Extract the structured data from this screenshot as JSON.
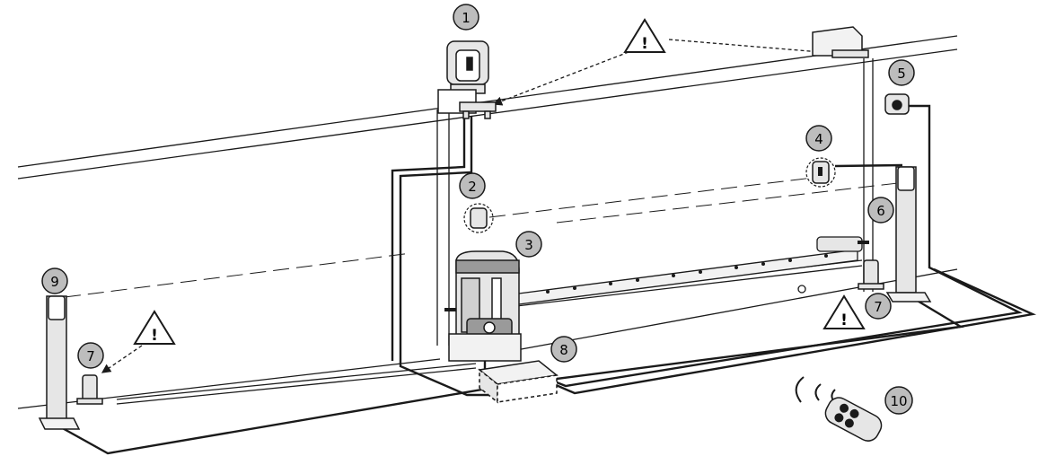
{
  "diagram": {
    "callouts": [
      {
        "id": "c1",
        "label": "1"
      },
      {
        "id": "c2",
        "label": "2"
      },
      {
        "id": "c3",
        "label": "3"
      },
      {
        "id": "c4",
        "label": "4"
      },
      {
        "id": "c5",
        "label": "5"
      },
      {
        "id": "c6",
        "label": "6"
      },
      {
        "id": "c7a",
        "label": "7"
      },
      {
        "id": "c7b",
        "label": "7"
      },
      {
        "id": "c8",
        "label": "8"
      },
      {
        "id": "c9",
        "label": "9"
      },
      {
        "id": "c10",
        "label": "10"
      }
    ],
    "warning_symbol": "!",
    "colors": {
      "line": "#1a1a1a",
      "callout_fill": "#bdbdbd",
      "device_fill": "#e6e6e6",
      "device_dark": "#9a9a9a"
    }
  }
}
